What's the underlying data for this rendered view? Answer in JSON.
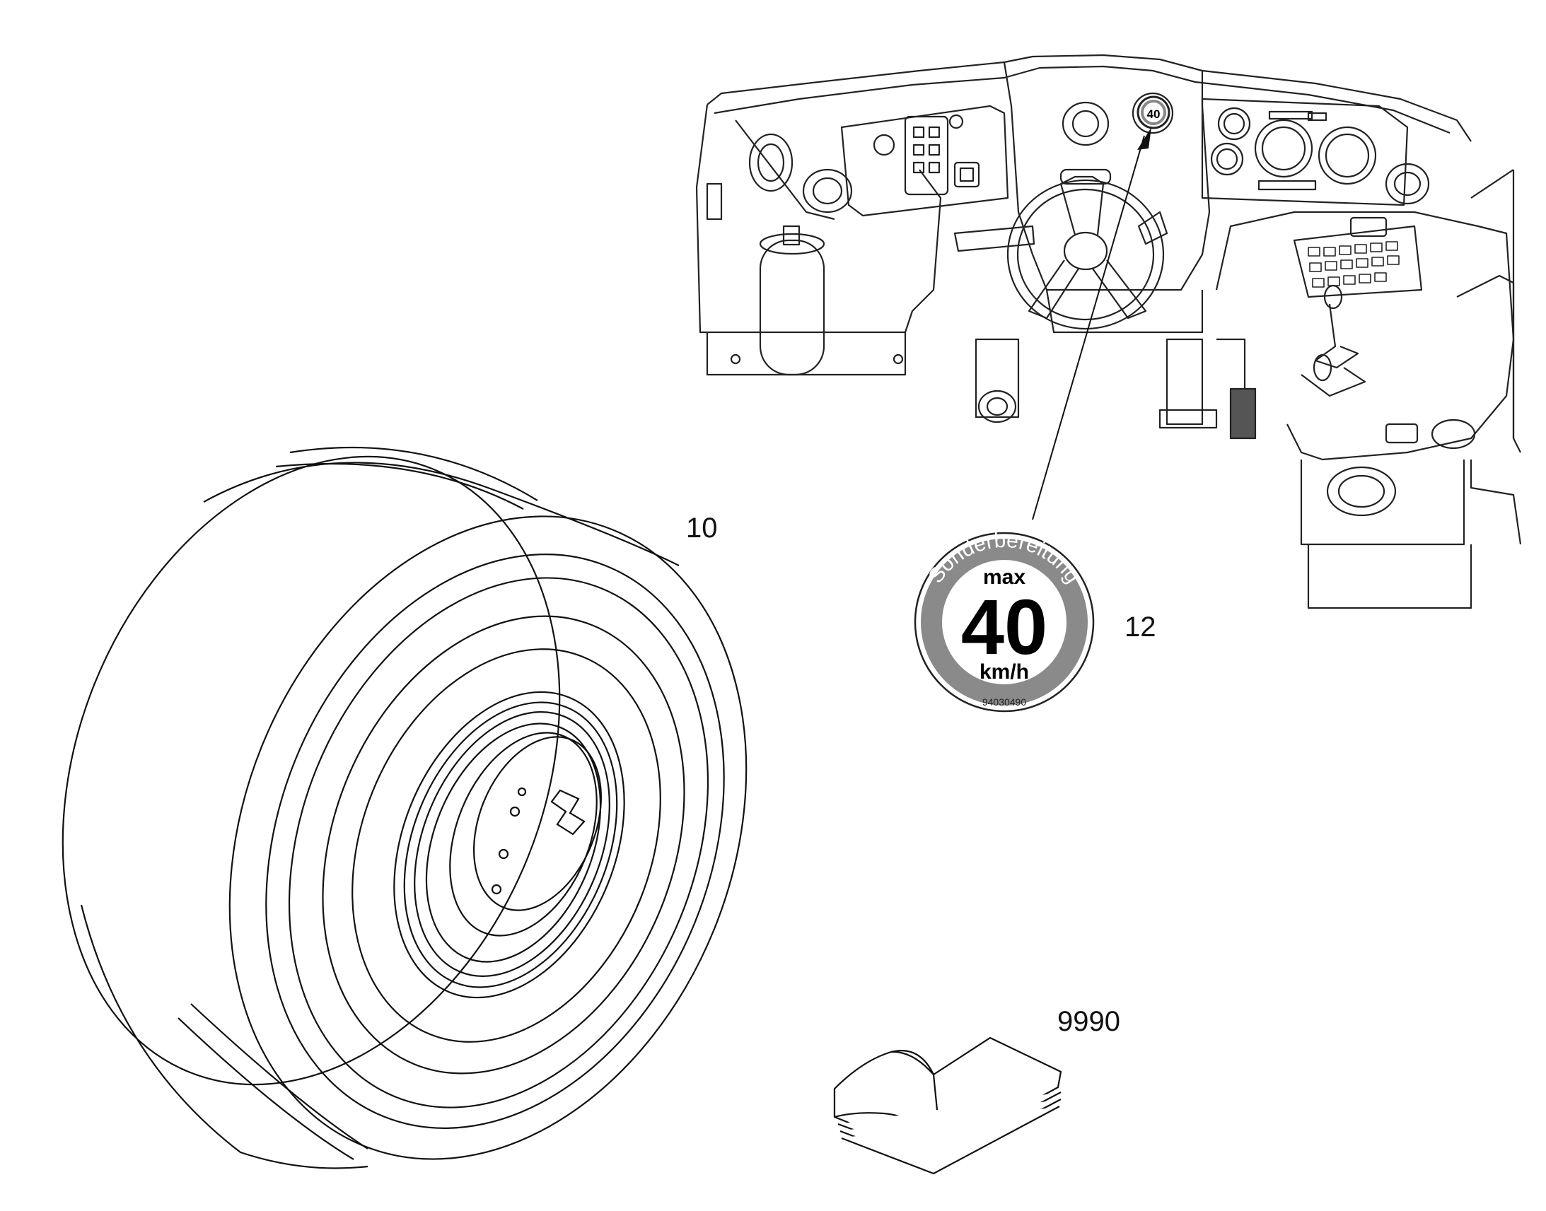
{
  "callouts": {
    "tire": "10",
    "sticker": "12",
    "manual": "9990"
  },
  "sticker": {
    "ring_text": "Sonderbereitung",
    "max_label": "max",
    "speed_value": "40",
    "unit_label": "km/h",
    "part_number": "94030490"
  },
  "colors": {
    "line": "#111111",
    "sticker_ring": "#8a8a8a",
    "sticker_inner": "#ffffff"
  }
}
